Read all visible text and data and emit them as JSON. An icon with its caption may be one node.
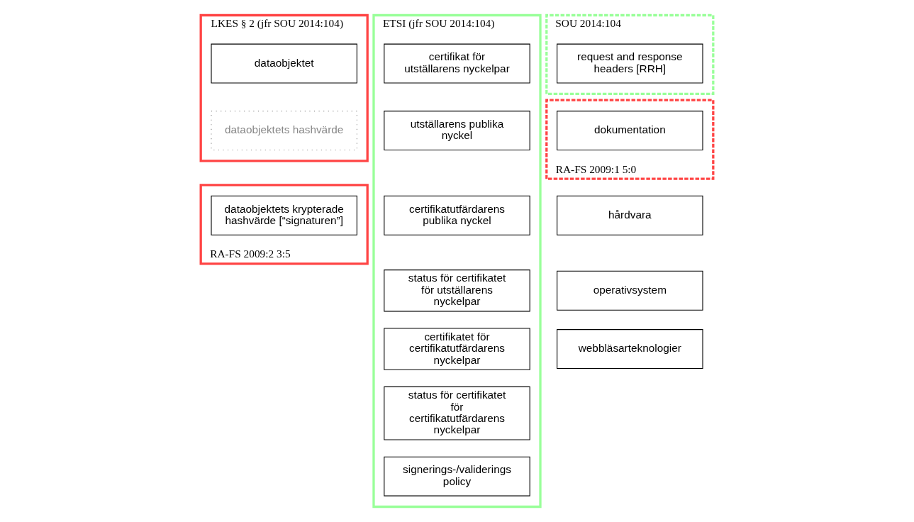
{
  "diagram": {
    "nodes": [
      {
        "text": [
          "LKES § 2 (jfr SOU 2014:104)"
        ]
      },
      {
        "text": [
          "dataobjektet"
        ],
        "in": 0
      },
      {
        "text": [
          "dataobjektets hashvärde"
        ],
        "in": 0
      },
      {
        "text": [
          "RA-FS 2009:2 3:5"
        ]
      },
      {
        "text": [
          "dataobjektets krypterade hashvärde [“signaturen”]"
        ],
        "in": 3
      },
      {
        "text": [
          "ETSI (jfr SOU 2014:104)"
        ]
      },
      {
        "text": [
          "certifikat för utställarens nyckelpar"
        ],
        "in": 5
      },
      {
        "text": [
          "utställarens publika nyckel"
        ],
        "in": 5
      },
      {
        "text": [
          "certifikatutfärdarens publika nyckel"
        ],
        "in": 5
      },
      {
        "text": [
          "status för certifikatet för utställarens nyckelpar"
        ],
        "in": 5
      },
      {
        "text": [
          "certifikatet för certifikatutfärdarens nyckelpar"
        ],
        "in": 5
      },
      {
        "text": [
          "status för certifikatet för certifikatutfärdarens nyckelpar"
        ],
        "in": 5
      },
      {
        "text": [
          "signerings-/validerings policy"
        ],
        "in": 5
      },
      {
        "text": [
          "SOU 2014:104"
        ]
      },
      {
        "text": [
          "request and response headers [RRH]"
        ],
        "in": 13
      },
      {
        "text": [
          "RA-FS 2009:1 5:0"
        ]
      },
      {
        "text": [
          "dokumentation"
        ],
        "in": 15
      },
      {
        "text": [
          "hårdvara"
        ]
      },
      {
        "text": [
          "operativsystem"
        ]
      },
      {
        "text": [
          "webbläsarteknologier"
        ]
      }
    ]
  }
}
